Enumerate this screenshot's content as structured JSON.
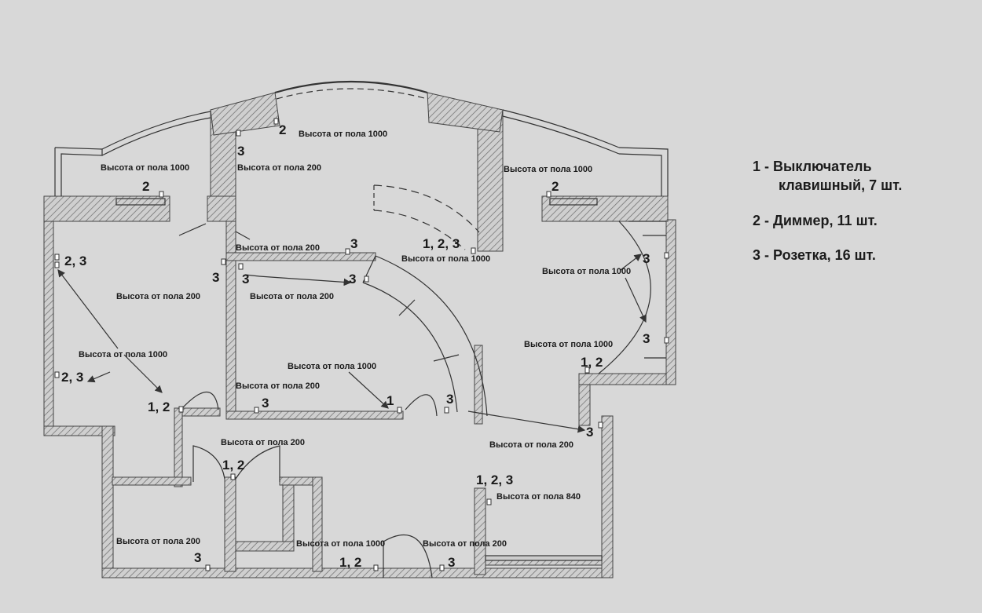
{
  "legend": [
    {
      "line1": "1 - Выключатель",
      "line2": "клавишный, 7 шт."
    },
    {
      "line1": "2 - Диммер, 11 шт."
    },
    {
      "line1": "3 - Розетка, 16 шт."
    }
  ],
  "labels": {
    "h_top": "Высота от пола 1000",
    "h_left_top": "Высота от пола 1000",
    "h_center_top": "Высота от пола 200",
    "h_right_top": "Высота от пола 1000",
    "h_mid_200": "Высота от пола 200",
    "h_mid_1000": "Высота от пола 1000",
    "h_left_200": "Высота от пола 200",
    "h_inner_200": "Высота от пола 200",
    "h_right_1000a": "Высота от пола 1000",
    "h_left_1000": "Высота от пола 1000",
    "h_right_1000b": "Высота от пола 1000",
    "h_inner_1000": "Высота от пола 1000",
    "h_inner_200b": "Высота от пола 200",
    "h_right_200": "Высота от пола 200",
    "h_lobby_200": "Высота от пола 200",
    "h_840": "Высота от пола 840",
    "h_bl_200": "Высота от пола 200",
    "h_bc_1000": "Высота от пола 1000",
    "h_br_200": "Высота от пола 200"
  },
  "marks": {
    "m_top2": "2",
    "m_top3": "3",
    "m_lt2": "2",
    "m_rt2": "2",
    "m_mid3": "3",
    "m_mid123": "1, 2, 3",
    "m_left23a": "2, 3",
    "m_left3": "3",
    "m_inner3a": "3",
    "m_inner3b": "3",
    "m_right3a": "3",
    "m_right3b": "3",
    "m_right12": "1, 2",
    "m_left23b": "2, 3",
    "m_inner1": "1",
    "m_left12": "1, 2",
    "m_inner3c": "3",
    "m_arc3": "3",
    "m_right3c": "3",
    "m_lobby12": "1, 2",
    "m_123b": "1, 2, 3",
    "m_bl3": "3",
    "m_bc12": "1, 2",
    "m_br3": "3"
  },
  "colors": {
    "background": "#d8d8d8",
    "wall": "#555555",
    "line": "#333333"
  }
}
